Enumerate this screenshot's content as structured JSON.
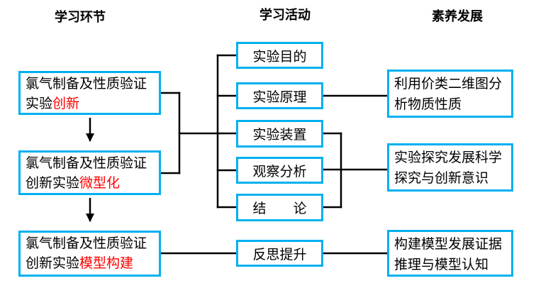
{
  "colors": {
    "box_border": "#00B0F0",
    "highlight_red": "#FF0000",
    "connector_black": "#000000",
    "background": "#FFFFFF"
  },
  "headers": [
    {
      "label": "学习环节"
    },
    {
      "label": "学习活动"
    },
    {
      "label": "素养发展"
    }
  ],
  "stages": [
    {
      "line1": "氯气制备及性质验证",
      "line2_black": "实验",
      "line2_red": "创新"
    },
    {
      "line1": "氯气制备及性质验证",
      "line2_black": "创新实验",
      "line2_red": "微型化"
    },
    {
      "line1": "氯气制备及性质验证",
      "line2_black": "创新实验",
      "line2_red": "模型构建"
    }
  ],
  "activities": [
    {
      "label": "实验目的"
    },
    {
      "label": "实验原理"
    },
    {
      "label": "实验装置"
    },
    {
      "label": "观察分析"
    },
    {
      "label": "结　　论"
    },
    {
      "label": "反思提升"
    }
  ],
  "competencies": [
    {
      "line1": "利用价类二维图分",
      "line2": "析物质性质"
    },
    {
      "line1": "实验探究发展科学",
      "line2": "探究与创新意识"
    },
    {
      "line1": "构建模型发展证据",
      "line2": "推理与模型认知"
    }
  ]
}
